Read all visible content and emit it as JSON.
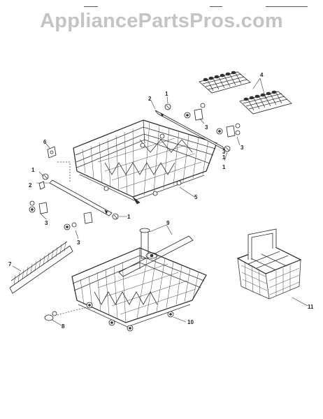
{
  "watermark": "AppliancePartsPros.com",
  "callouts": {
    "c1a": "1",
    "c2a": "2",
    "c3a": "3",
    "c3b": "3",
    "c4": "4",
    "c3c": "3",
    "c1b": "1",
    "c2b": "1",
    "c6a": "6",
    "c1c": "1",
    "c2c": "2",
    "c5": "5",
    "c3d": "3",
    "c1d": "1",
    "c3e": "3",
    "c9": "9",
    "c7": "7",
    "c10": "10",
    "c8": "8",
    "c11": "11"
  }
}
